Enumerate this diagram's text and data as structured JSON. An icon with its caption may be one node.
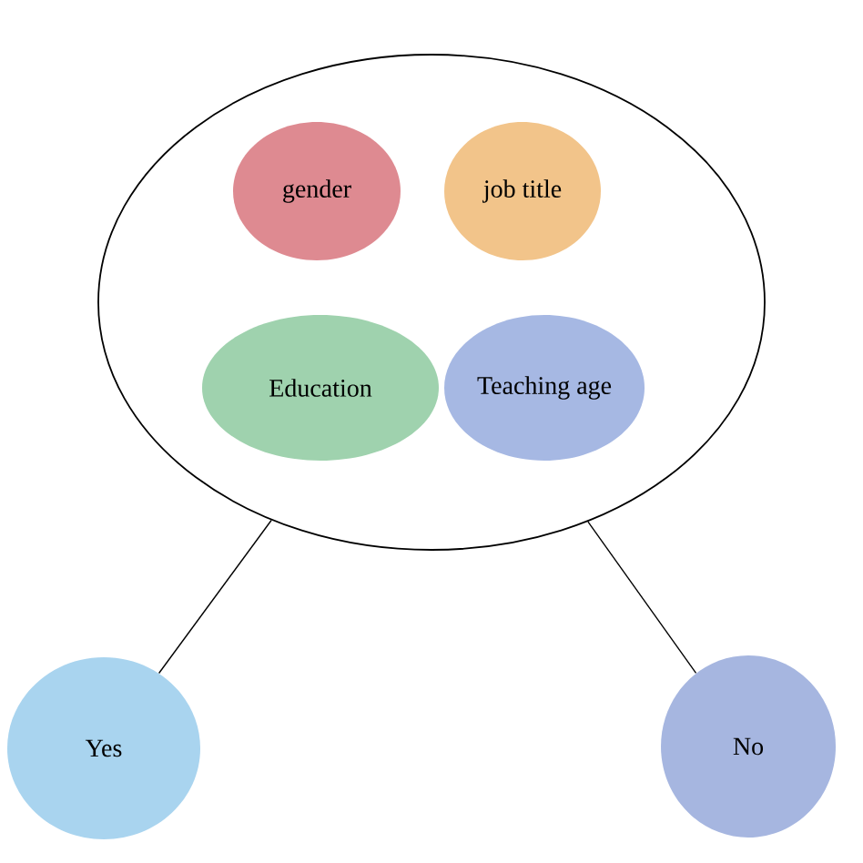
{
  "diagram": {
    "nodes": [
      {
        "text": [],
        "shape": "circle"
      },
      {
        "text": [
          "gender"
        ],
        "in": 0
      },
      {
        "text": [
          "job title"
        ],
        "in": 0
      },
      {
        "text": [
          "Education"
        ],
        "in": 0
      },
      {
        "text": [
          "Teaching age"
        ],
        "in": 0
      },
      {
        "text": [
          "Yes"
        ]
      },
      {
        "text": [
          "No"
        ]
      }
    ],
    "edges": [
      {
        "from": 0,
        "to": 5,
        "arrow": "none"
      },
      {
        "from": 0,
        "to": 6,
        "arrow": "none"
      }
    ]
  }
}
